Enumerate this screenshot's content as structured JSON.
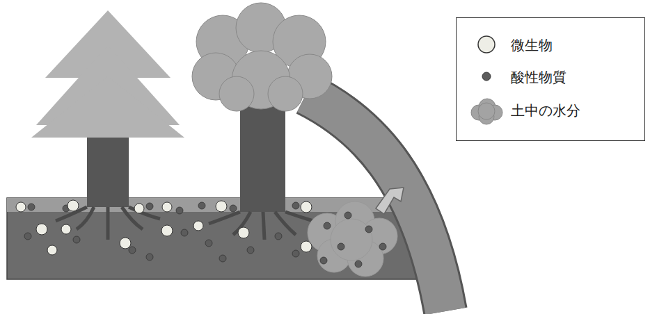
{
  "diagram": {
    "legend": [
      {
        "text": "微生物"
      },
      {
        "text": "酸性物質"
      },
      {
        "text": "土中の水分"
      }
    ]
  }
}
